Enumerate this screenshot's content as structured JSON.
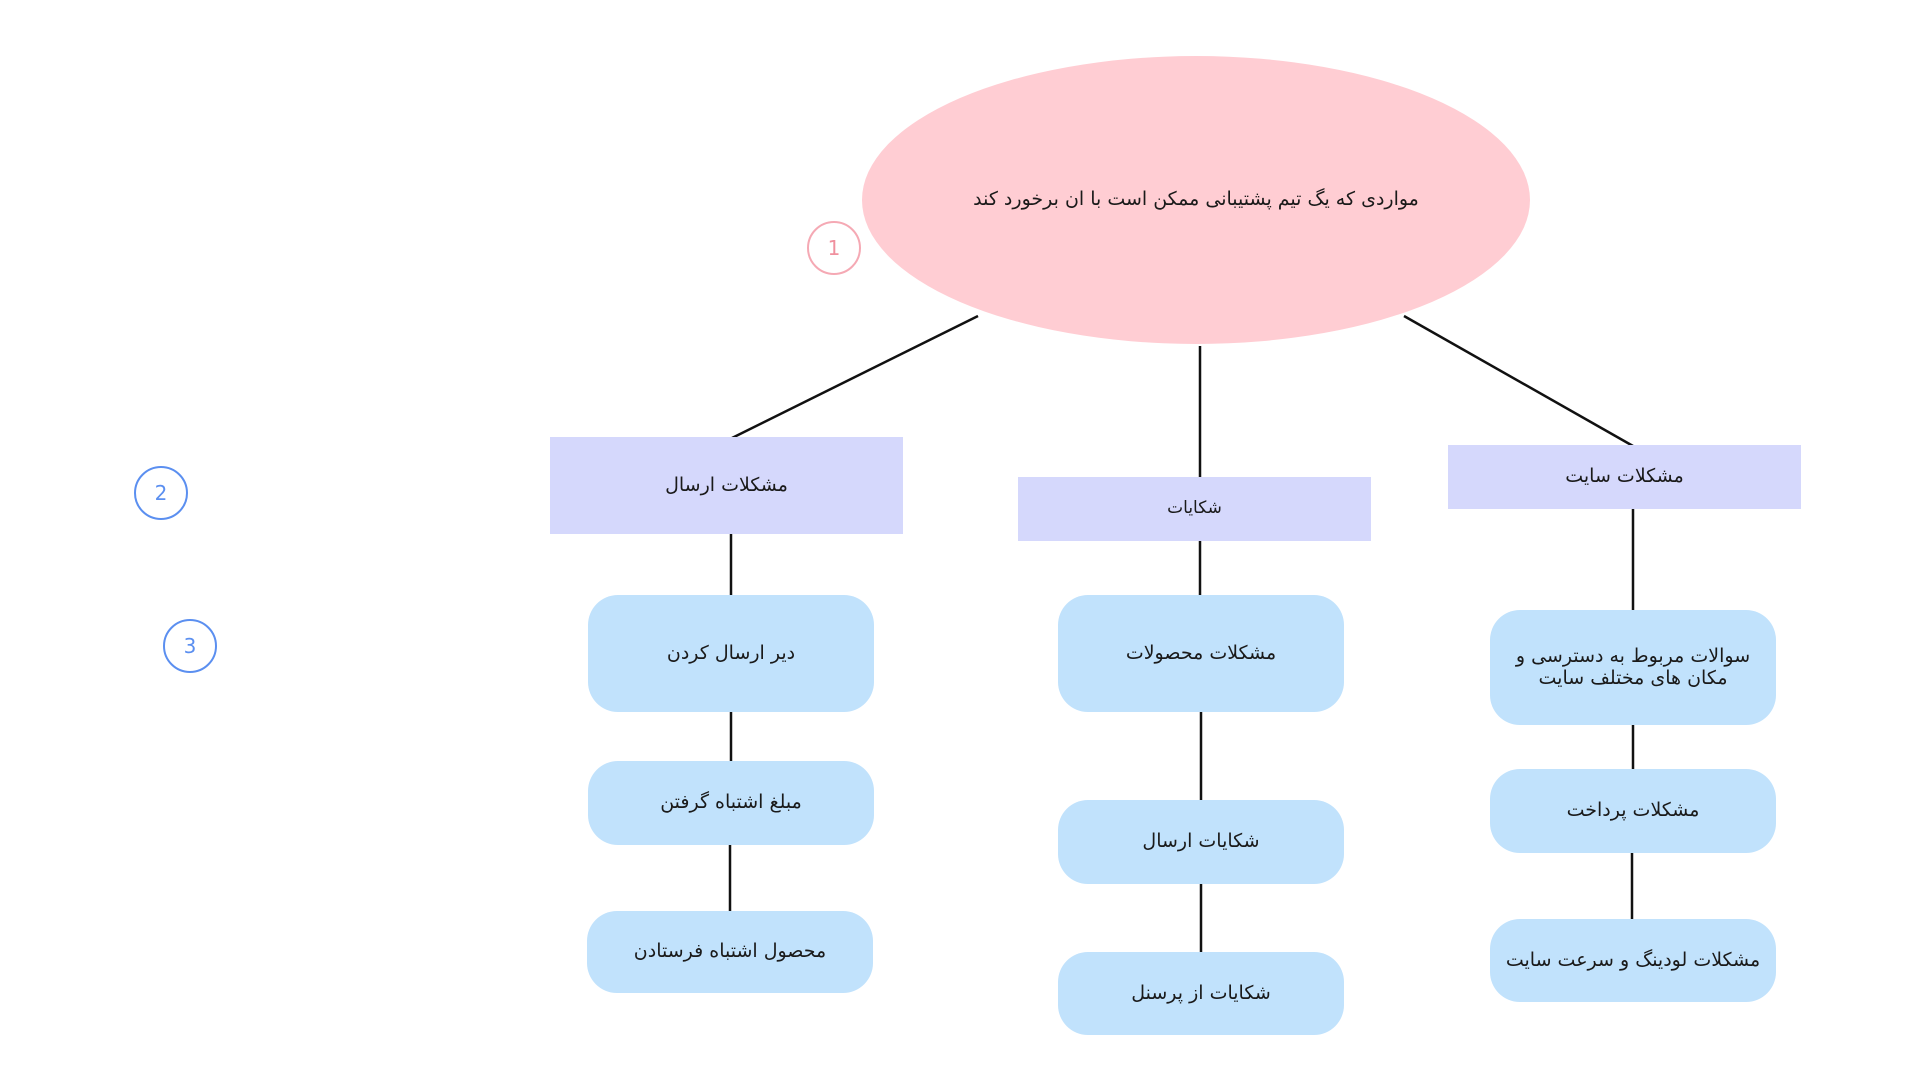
{
  "diagram": {
    "root": {
      "label": "مواردی که یگ تیم پشتیبانی ممکن است با ان برخورد کند",
      "color": "#ffcdd3"
    },
    "badges": [
      {
        "label": "1",
        "color": "#f0909e"
      },
      {
        "label": "2",
        "color": "#5b8ff0"
      },
      {
        "label": "3",
        "color": "#5b8ff0"
      }
    ],
    "categories": [
      {
        "label": "مشکلات ارسال",
        "items": [
          "دیر ارسال کردن",
          "مبلغ اشتباه گرفتن",
          "محصول اشتباه فرستادن"
        ]
      },
      {
        "label": "شکایات",
        "items": [
          "مشکلات محصولات",
          "شکایات ارسال",
          "شکایات از پرسنل"
        ]
      },
      {
        "label": "مشکلات سایت",
        "items": [
          "سوالات مربوط به دسترسی و مکان های مختلف سایت",
          "مشکلات پرداخت",
          "مشکلات لودینگ و سرعت سایت"
        ]
      }
    ],
    "colors": {
      "category_fill": "#d5d8fc",
      "item_fill": "#c1e2fc",
      "connector": "#111111"
    }
  }
}
